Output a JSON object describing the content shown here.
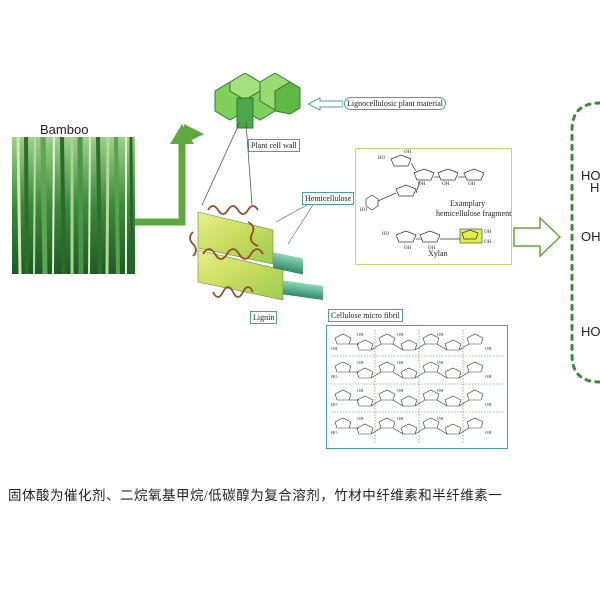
{
  "bamboo": {
    "title": "Bamboo"
  },
  "labels": {
    "lignocellulosic": "Lignocellulosic plant material",
    "plant_cell_wall": "Plant cell wall",
    "hemicellulose": "Hemicellulose",
    "exemplary_fragment_line1": "Examplary",
    "exemplary_fragment_line2": "hemicellulose fragment",
    "xylan": "Xylan",
    "lignin": "Lignin",
    "cellulose_microfibril": "Cellulose micro fibril"
  },
  "right_panel": {
    "partial_texts": [
      "HO",
      "H",
      "OH",
      "HO"
    ]
  },
  "caption": "固体酸为催化剂、二烷氧基甲烷/低碳醇为复合溶剂，竹材中纤维素和半纤维素一",
  "colors": {
    "arrow_green": "#5fa83f",
    "cell_green": "#6cc04a",
    "border_teal": "#4aa0a0",
    "hemi_box_border": "#c8d86a",
    "lignin_brown": "#9b4a2a",
    "dotted_green": "#3a8a3a"
  }
}
